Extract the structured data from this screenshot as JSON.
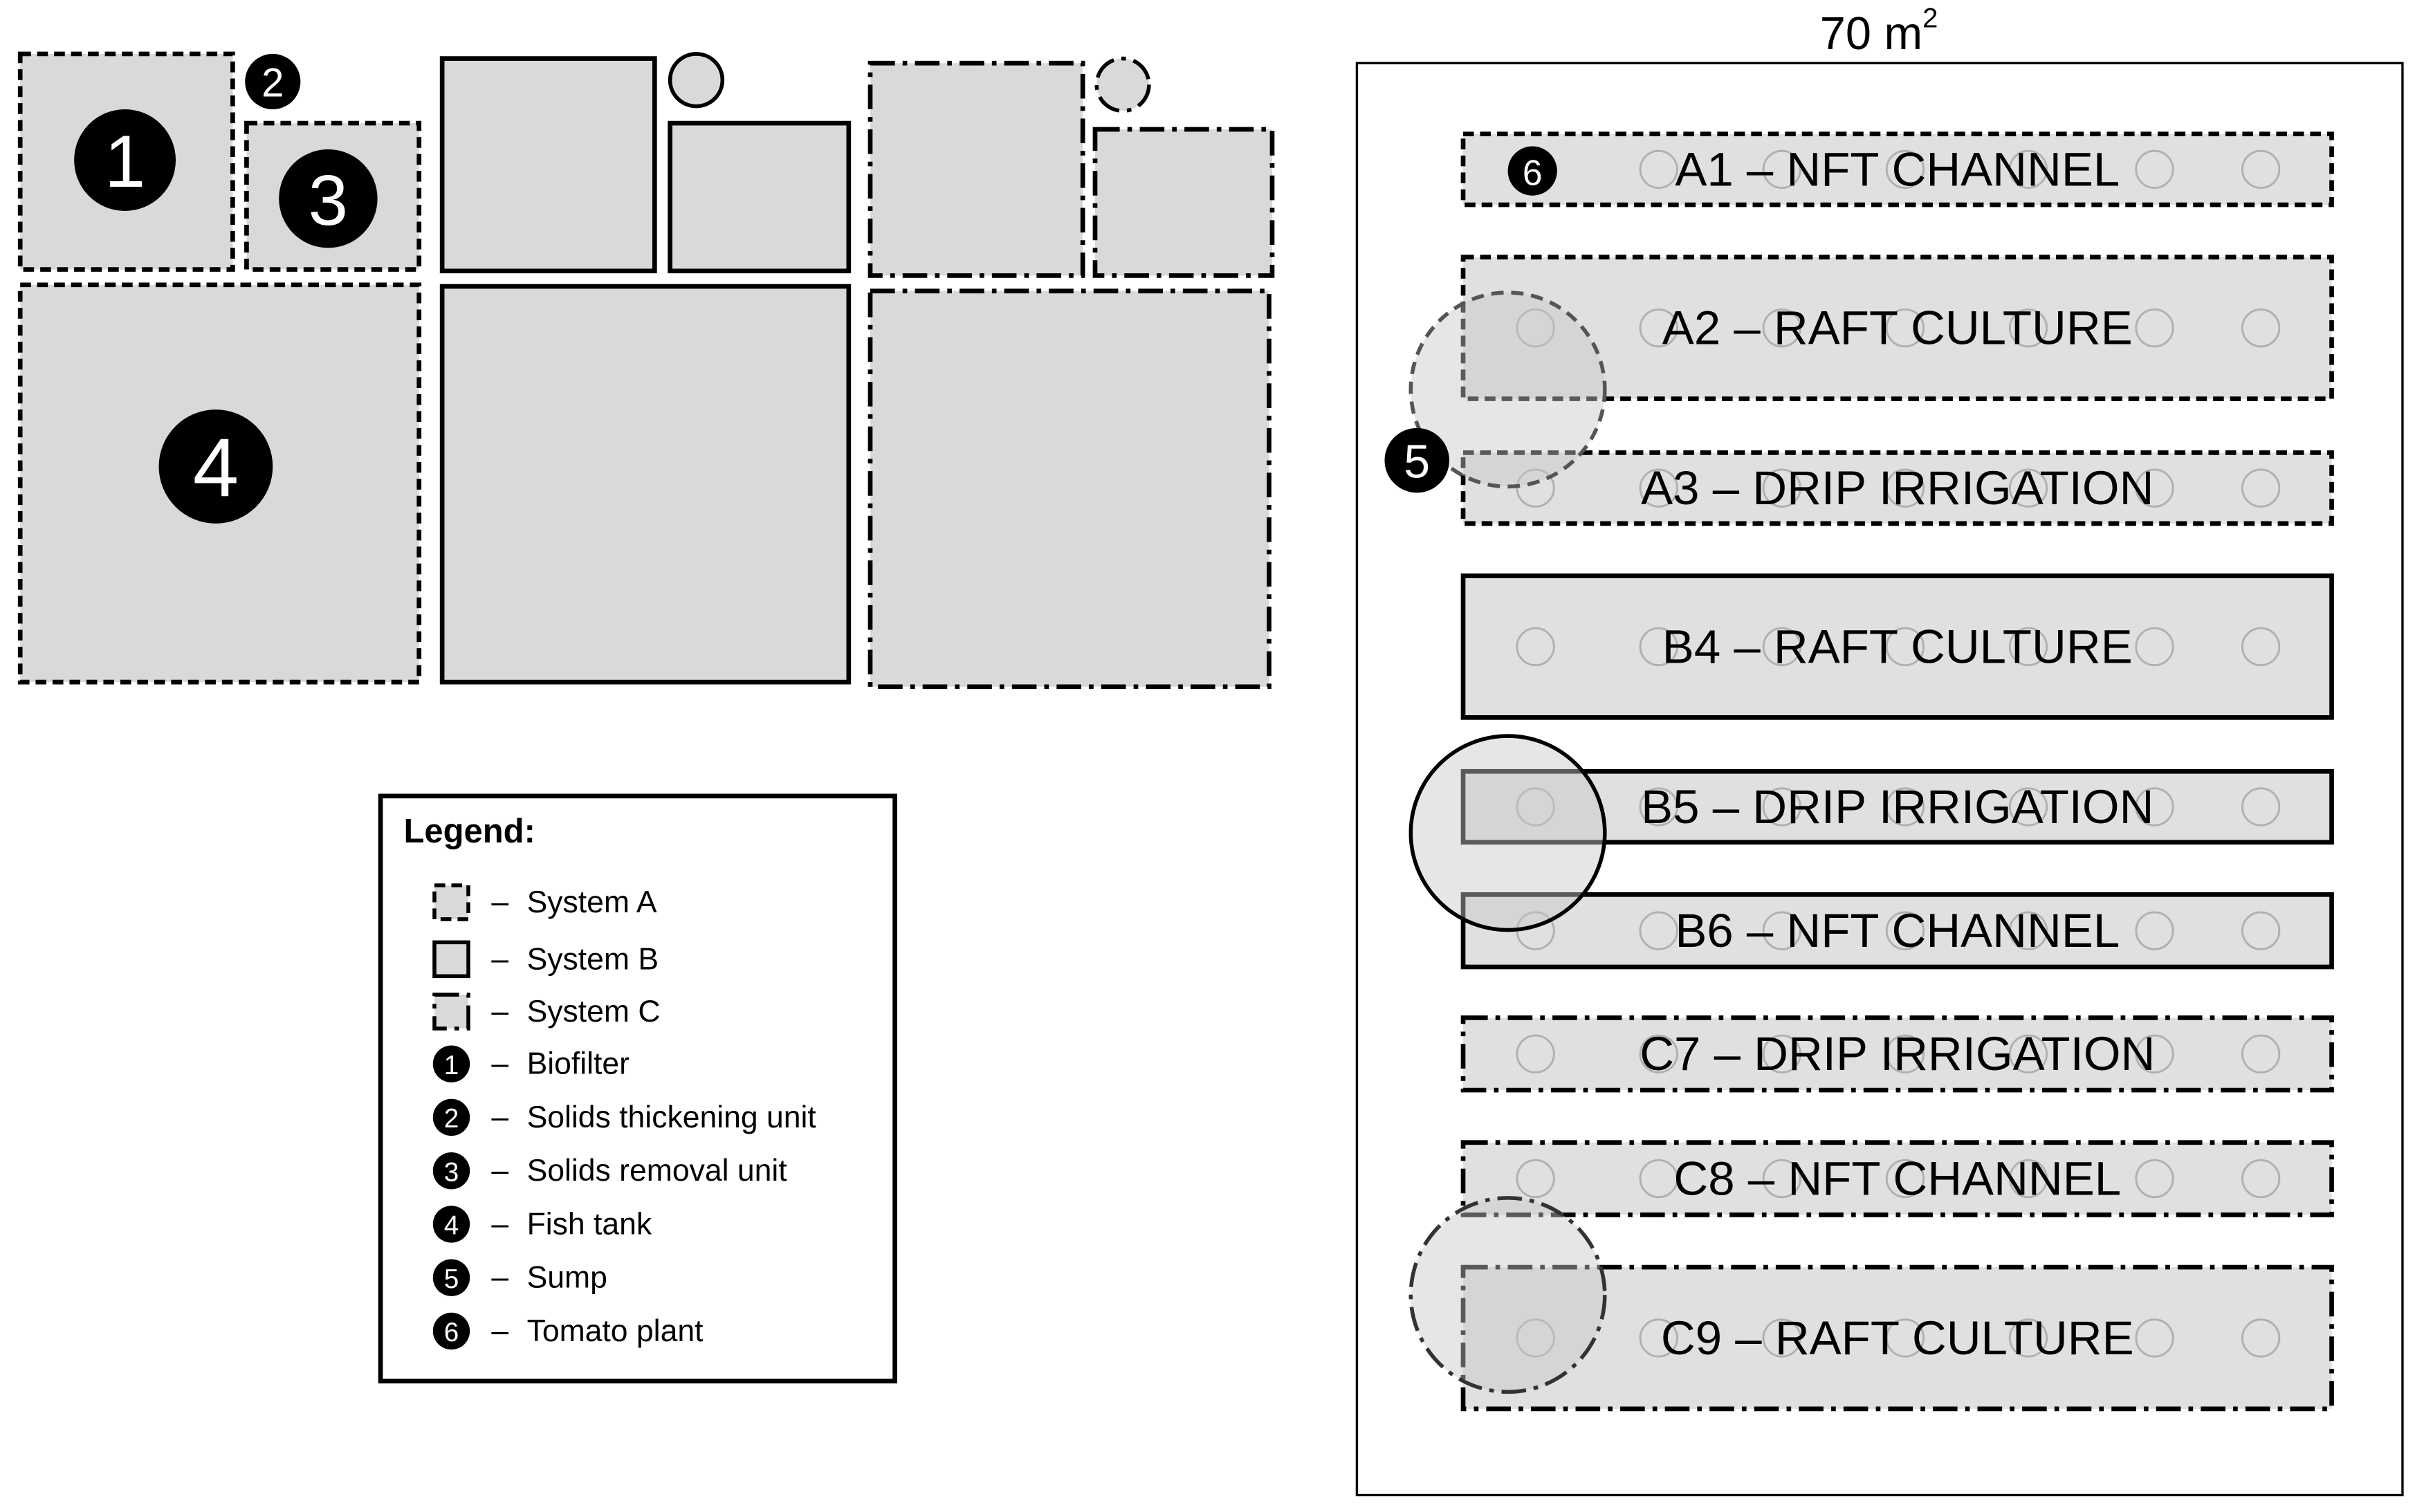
{
  "area_label": "70 m",
  "area_superscript": "2",
  "legend": {
    "title": "Legend:",
    "separator": "–",
    "systems": [
      {
        "key": "A",
        "label": "System A"
      },
      {
        "key": "B",
        "label": "System B"
      },
      {
        "key": "C",
        "label": "System C"
      }
    ],
    "components": [
      {
        "number": "1",
        "label": "Biofilter"
      },
      {
        "number": "2",
        "label": "Solids thickening unit"
      },
      {
        "number": "3",
        "label": "Solids removal unit"
      },
      {
        "number": "4",
        "label": "Fish tank"
      },
      {
        "number": "5",
        "label": "Sump"
      },
      {
        "number": "6",
        "label": "Tomato plant"
      }
    ]
  },
  "channels": [
    {
      "system": "A",
      "label": "A1 – NFT CHANNEL"
    },
    {
      "system": "A",
      "label": "A2 – RAFT CULTURE"
    },
    {
      "system": "A",
      "label": "A3 – DRIP IRRIGATION"
    },
    {
      "system": "B",
      "label": "B4 – RAFT CULTURE"
    },
    {
      "system": "B",
      "label": "B5 – DRIP IRRIGATION"
    },
    {
      "system": "B",
      "label": "B6 – NFT CHANNEL"
    },
    {
      "system": "C",
      "label": "C7 – DRIP IRRIGATION"
    },
    {
      "system": "C",
      "label": "C8 – NFT CHANNEL"
    },
    {
      "system": "C",
      "label": "C9 – RAFT CULTURE"
    }
  ],
  "markers": {
    "biofilter": "1",
    "thickening": "2",
    "removal": "3",
    "fish_tank": "4",
    "sump": "5",
    "plant": "6"
  }
}
